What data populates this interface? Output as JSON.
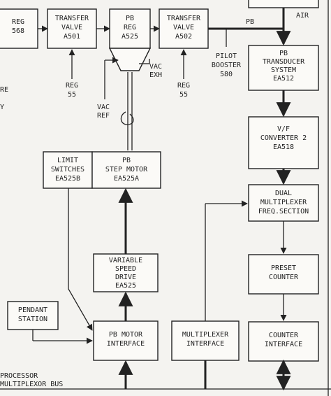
{
  "blocks": {
    "reg_568": [
      "REG",
      "568"
    ],
    "transfer_valve_a501": [
      "TRANSFER",
      "VALVE",
      "A501"
    ],
    "pb_reg_a525": [
      "PB",
      "REG",
      "A525"
    ],
    "transfer_valve_a502": [
      "TRANSFER",
      "VALVE",
      "A502"
    ],
    "limit_switches": [
      "LIMIT",
      "SWITCHES",
      "EA525B"
    ],
    "pb_step_motor": [
      "PB",
      "STEP MOTOR",
      "EA525A"
    ],
    "variable_speed_drive": [
      "VARIABLE",
      "SPEED",
      "DRIVE",
      "EA525"
    ],
    "pendant_station": [
      "PENDANT",
      "STATION"
    ],
    "pb_motor_interface": [
      "PB MOTOR",
      "INTERFACE"
    ],
    "multiplexer_interface": [
      "MULTIPLEXER",
      "INTERFACE"
    ],
    "counter_interface": [
      "COUNTER",
      "INTERFACE"
    ],
    "preset_counter": [
      "PRESET",
      "COUNTER"
    ],
    "dual_multiplexer": [
      "DUAL",
      "MULTIPLEXER",
      "FREQ.SECTION"
    ],
    "vf_converter": [
      "V/F",
      "CONVERTER 2",
      "EA518"
    ],
    "pb_transducer_system": [
      "PB",
      "TRANSDUCER",
      "SYSTEM",
      "EA512"
    ]
  },
  "labels": {
    "air": "AIR",
    "pb": "PB",
    "reg55_left": [
      "REG",
      "55"
    ],
    "reg55_right": [
      "REG",
      "55"
    ],
    "vac_exh": [
      "VAC",
      "EXH"
    ],
    "vac_ref": [
      "VAC",
      "REF"
    ],
    "pilot_booster": [
      "PILOT",
      "BOOSTER",
      "580"
    ],
    "margin_re": "RE",
    "margin_y": "Y",
    "bus": [
      "PROCESSOR",
      "MULTIPLEXOR BUS"
    ]
  }
}
